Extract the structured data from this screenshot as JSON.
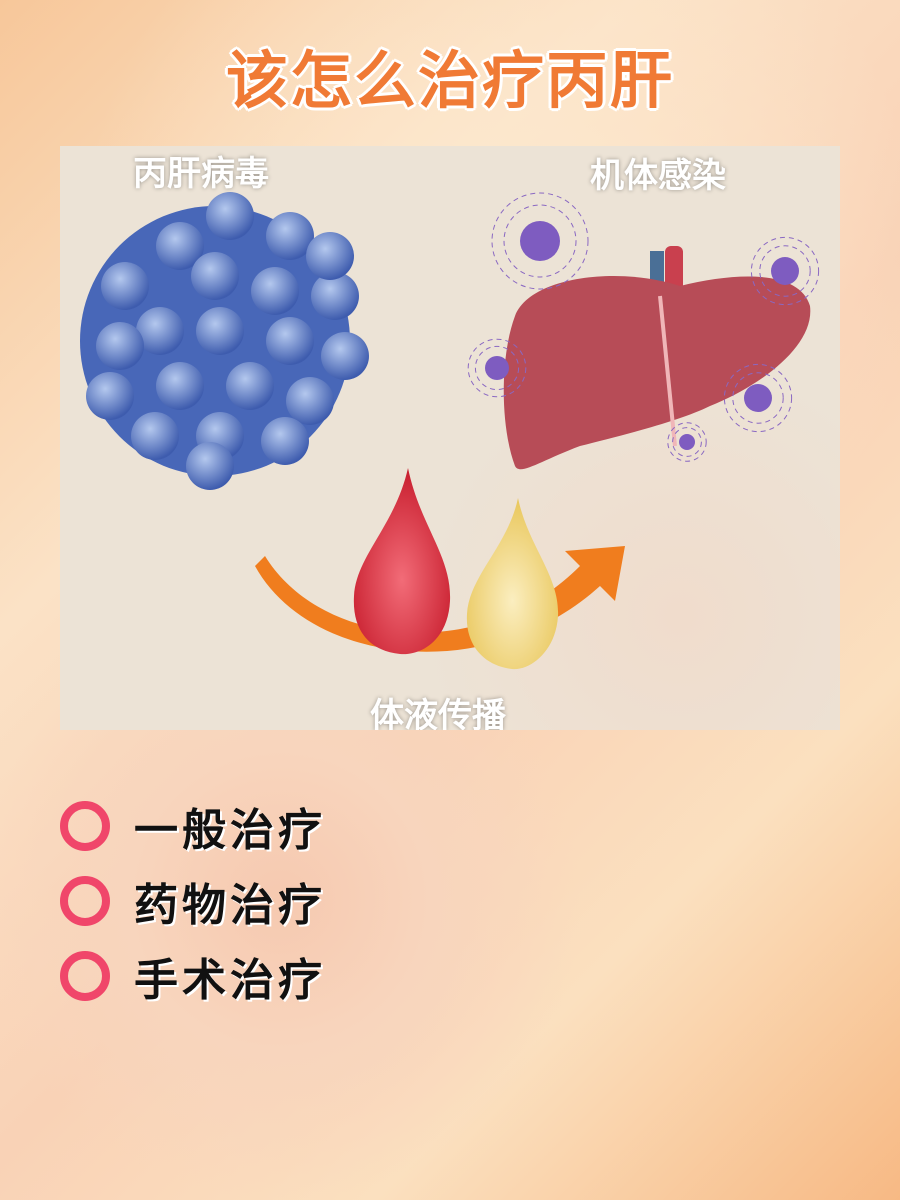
{
  "title": "该怎么治疗丙肝",
  "illustration": {
    "label_virus": "丙肝病毒",
    "label_infection": "机体感染",
    "label_transmission": "体液传播"
  },
  "treatments": [
    "一般治疗",
    "药物治疗",
    "手术治疗"
  ],
  "colors": {
    "title": "#f07a35",
    "bullet": "#f0466a",
    "arrow": "#f07d1e"
  }
}
